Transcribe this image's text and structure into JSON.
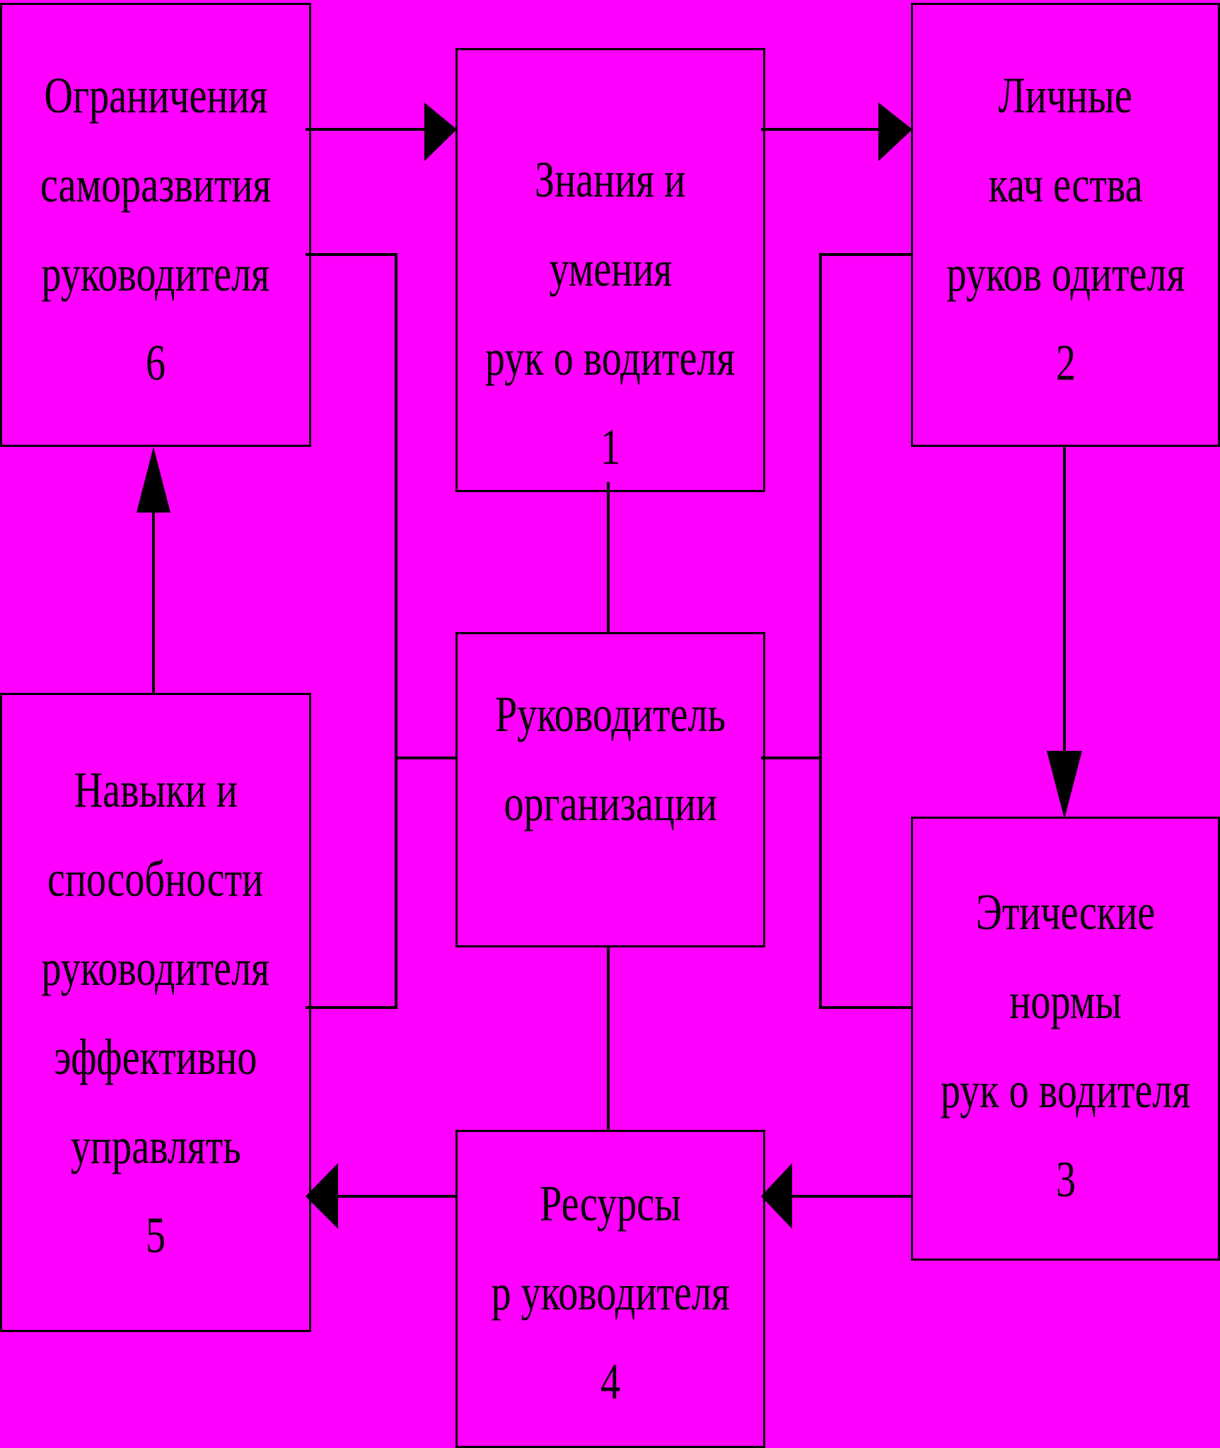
{
  "diagram": {
    "colors": {
      "background": "#FF00FF",
      "stroke": "#000000"
    },
    "boxes": {
      "b6": {
        "lines": [
          "Ограничения",
          "саморазвития",
          "руководителя",
          "6"
        ]
      },
      "b1": {
        "lines": [
          "Знания и",
          "умения",
          "рук о водителя",
          "1"
        ]
      },
      "b2": {
        "lines": [
          "Личные",
          "кач ества",
          "руков  одителя",
          "2"
        ]
      },
      "center": {
        "lines": [
          "Руководитель",
          "организации"
        ]
      },
      "b5": {
        "lines": [
          "Навыки и",
          "способности",
          "руководителя",
          "эффективно",
          "управлять",
          "5"
        ]
      },
      "b3": {
        "lines": [
          "Этические",
          "нормы",
          "рук о водителя",
          "3"
        ]
      },
      "b4": {
        "lines": [
          "Ресурсы",
          "р уководителя",
          "4"
        ]
      }
    }
  }
}
